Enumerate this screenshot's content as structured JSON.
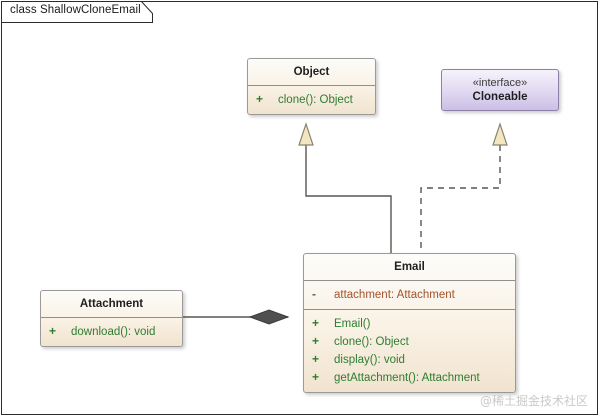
{
  "frame": {
    "title": "class ShallowCloneEmail"
  },
  "classes": {
    "object": {
      "name": "Object",
      "members": [
        {
          "visibility": "+",
          "signature": "clone(): Object",
          "kind": "method"
        }
      ]
    },
    "cloneable": {
      "stereotype": "«interface»",
      "name": "Cloneable",
      "members": []
    },
    "email": {
      "name": "Email",
      "attributes": [
        {
          "visibility": "-",
          "signature": "attachment: Attachment",
          "kind": "attribute"
        }
      ],
      "methods": [
        {
          "visibility": "+",
          "signature": "Email()",
          "kind": "method"
        },
        {
          "visibility": "+",
          "signature": "clone(): Object",
          "kind": "method"
        },
        {
          "visibility": "+",
          "signature": "display(): void",
          "kind": "method"
        },
        {
          "visibility": "+",
          "signature": "getAttachment(): Attachment",
          "kind": "method"
        }
      ]
    },
    "attachment": {
      "name": "Attachment",
      "members": [
        {
          "visibility": "+",
          "signature": "download(): void",
          "kind": "method"
        }
      ]
    }
  },
  "relations": [
    {
      "id": "email-extends-object",
      "type": "generalization",
      "from": "Email",
      "to": "Object",
      "line": "solid",
      "arrow": "hollow-triangle"
    },
    {
      "id": "email-implements-cloneable",
      "type": "realization",
      "from": "Email",
      "to": "Cloneable",
      "line": "dashed",
      "arrow": "hollow-triangle"
    },
    {
      "id": "email-composes-attachment",
      "type": "composition",
      "from": "Email",
      "to": "Attachment",
      "line": "solid",
      "arrow": "filled-diamond"
    }
  ],
  "watermark": {
    "text": "@稀土掘金技术社区"
  },
  "colors": {
    "class_fill_top": "#fdfcf9",
    "class_fill_bottom": "#f1e3cf",
    "interface_fill_top": "#f6f3fb",
    "interface_fill_bottom": "#cbbfe6",
    "border": "#9a9a9a",
    "method_text": "#2e7d32",
    "attribute_text": "#a4522b",
    "connector": "#5a5650",
    "arrowhead_fill": "#f3e7c2",
    "diamond_fill": "#4f4f4f"
  }
}
